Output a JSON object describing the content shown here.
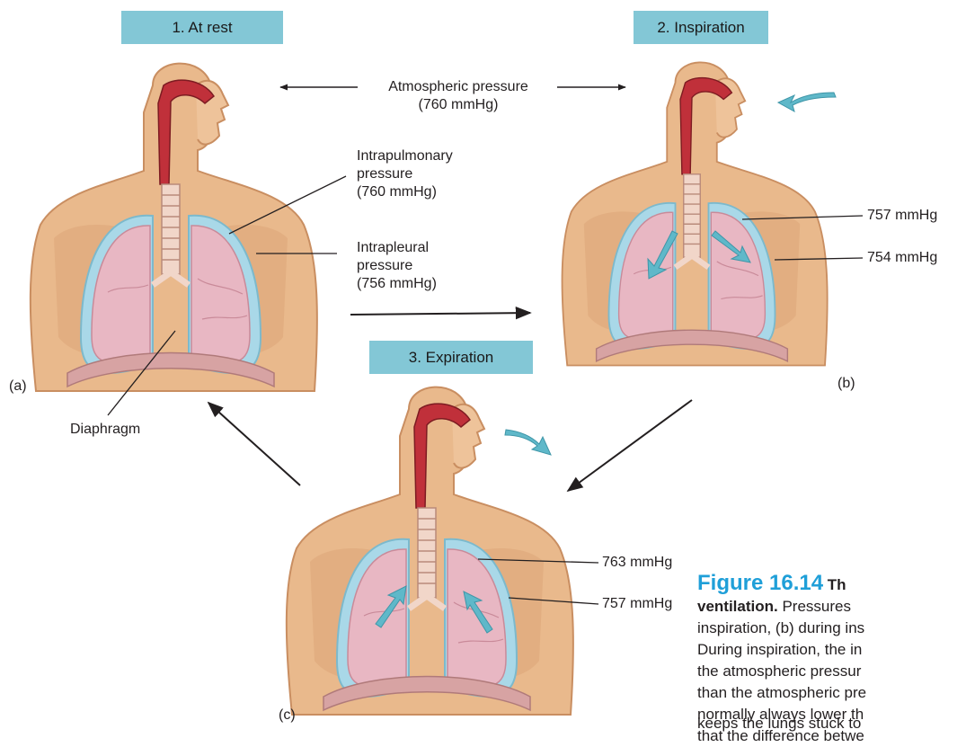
{
  "panels": {
    "rest": {
      "title": "1. At rest",
      "letter": "(a)"
    },
    "inspiration": {
      "title": "2. Inspiration",
      "letter": "(b)"
    },
    "expiration": {
      "title": "3. Expiration",
      "letter": "(c)"
    }
  },
  "labels": {
    "atmospheric_name": "Atmospheric pressure",
    "atmospheric_value": "(760 mmHg)",
    "intrapulmonary_line1": "Intrapulmonary",
    "intrapulmonary_line2": "pressure",
    "intrapulmonary_value": "(760 mmHg)",
    "intrapleural_line1": "Intrapleural",
    "intrapleural_line2": "pressure",
    "intrapleural_value": "(756 mmHg)",
    "diaphragm": "Diaphragm",
    "insp_pulmonary": "757 mmHg",
    "insp_pleural": "754 mmHg",
    "exp_pulmonary": "763 mmHg",
    "exp_pleural": "757 mmHg"
  },
  "caption": {
    "figure": "Figure 16.14",
    "title_start": "Th",
    "title_end": "ventilation.",
    "line1_rest": "Pressures",
    "line2": "inspiration, (b) during ins",
    "line3": "During inspiration, the in",
    "line4": "the atmospheric pressur",
    "line5": "than the atmospheric pre",
    "line6": "normally always lower th",
    "line7": "that the difference betwe",
    "line8": "keeps the lungs stuck to"
  },
  "colors": {
    "skin": "#e9b98c",
    "skin_shadow": "#c98e61",
    "lung": "#e8b7c3",
    "pleura": "#a9d8e8",
    "airway": "#c0303a",
    "arrow_teal": "#5fb8c9",
    "tag_bg": "#83c7d6",
    "caption_blue": "#1f9fd8"
  }
}
